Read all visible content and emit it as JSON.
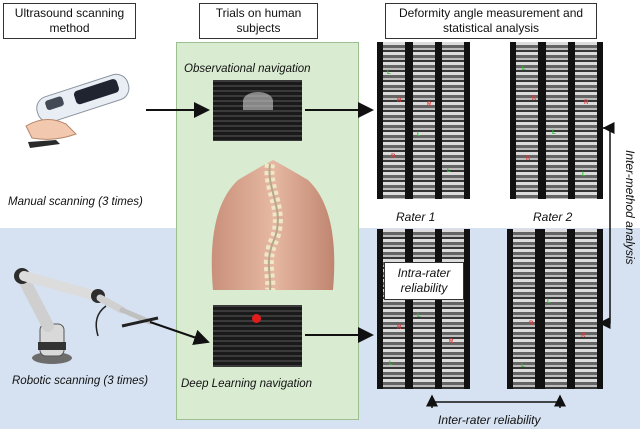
{
  "headers": {
    "method": "Ultrasound scanning method",
    "trials": "Trials on human subjects",
    "analysis": "Deformity angle measurement and statistical analysis"
  },
  "labels": {
    "observational": "Observational navigation",
    "deep_learning": "Deep Learning navigation",
    "manual": "Manual scanning (3 times)",
    "robotic": "Robotic scanning (3 times)",
    "rater1": "Rater 1",
    "rater2": "Rater 2",
    "intra": "Intra-rater reliability",
    "inter_method": "Inter-method analysis",
    "inter_rater": "Inter-rater reliability"
  },
  "colors": {
    "lower_band": "#d6e2f1",
    "trials_panel": "#d9ecd2"
  }
}
